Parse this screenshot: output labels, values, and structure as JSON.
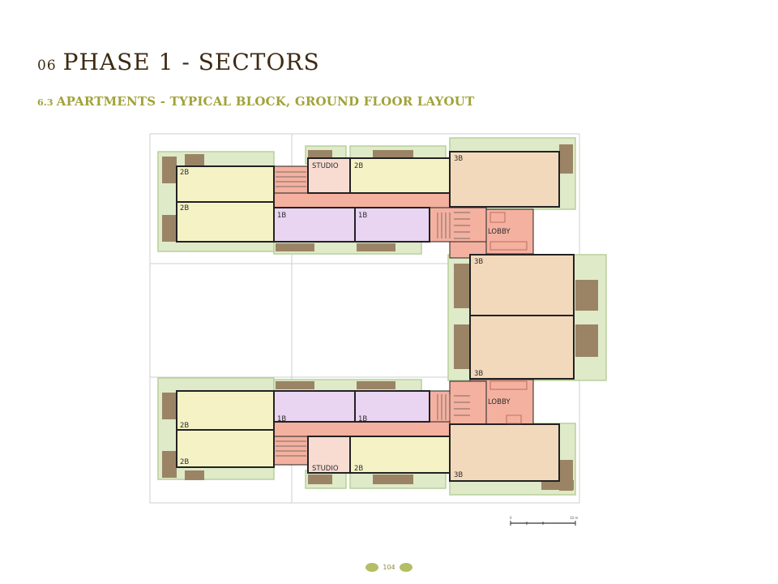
{
  "header": {
    "section_number": "06",
    "title": "PHASE 1 - SECTORS",
    "subsection_number": "6.3",
    "subtitle": "APARTMENTS - TYPICAL BLOCK, GROUND FLOOR LAYOUT"
  },
  "plan": {
    "labels": {
      "two_bed": "2B",
      "one_bed": "1B",
      "three_bed": "3B",
      "studio": "STUDIO",
      "lobby": "LOBBY"
    },
    "scale_bar": {
      "start_label": "0",
      "end_label": "10 m"
    },
    "colors": {
      "two_bed": "#f5f3c6",
      "one_bed": "#e9d4f2",
      "three_bed": "#f2d9bc",
      "studio": "#f8dcd2",
      "circulation": "#f4b1a0",
      "garden": "#dfeac9",
      "garden_edge": "#b8cf9b",
      "deck": "#9b8466",
      "wall": "#222222"
    }
  },
  "footer": {
    "page_number": "104"
  }
}
